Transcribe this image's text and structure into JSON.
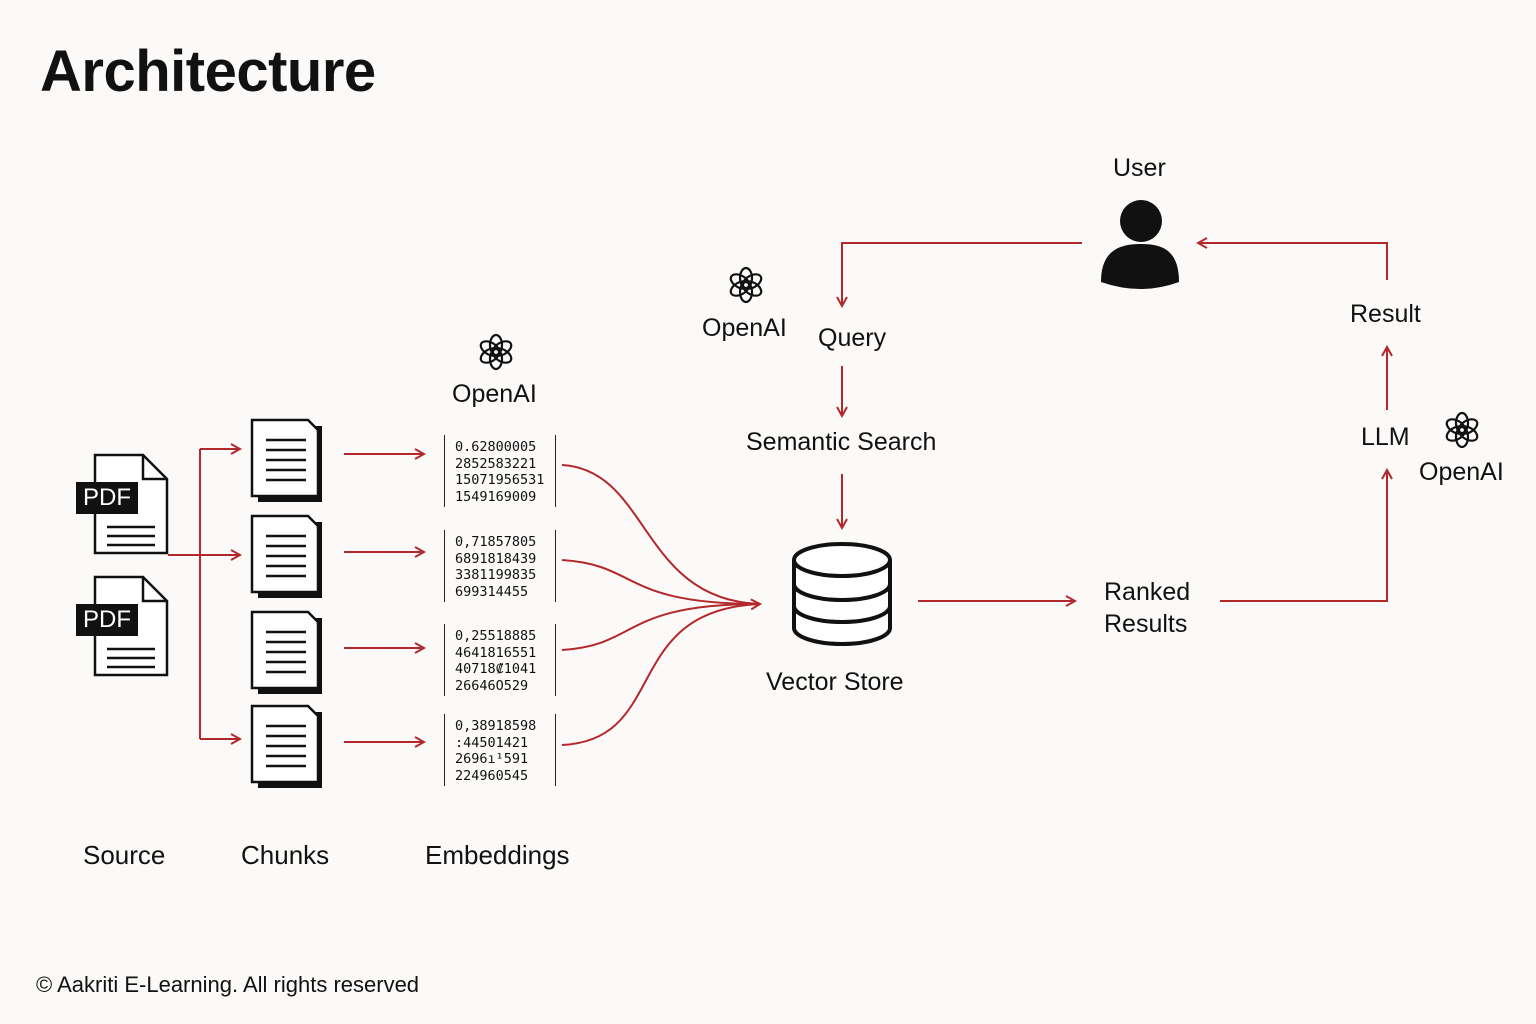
{
  "title": "Architecture",
  "columns": {
    "source": "Source",
    "chunks": "Chunks",
    "embeddings": "Embeddings"
  },
  "source_docs": [
    "PDF",
    "PDF"
  ],
  "openai_label": "OpenAI",
  "embeddings": [
    [
      "0.62800005",
      "2852583221",
      "15071956531",
      "1549169009"
    ],
    [
      "0,71857805",
      "6891818439",
      "3381199835",
      "699314455"
    ],
    [
      "0,25518885",
      "4641816551",
      "40718₡1041",
      "26646O529"
    ],
    [
      "0,38918598",
      ":44501421",
      "2696ı¹591",
      "224960545"
    ]
  ],
  "nodes": {
    "user": "User",
    "query": "Query",
    "semantic_search": "Semantic Search",
    "vector_store": "Vector Store",
    "ranked_results_1": "Ranked",
    "ranked_results_2": "Results",
    "llm": "LLM",
    "result": "Result"
  },
  "footer": "© Aakriti E-Learning. All rights reserved",
  "colors": {
    "arrow": "#b3282d",
    "ink": "#111111",
    "background": "#fbfaf8"
  }
}
